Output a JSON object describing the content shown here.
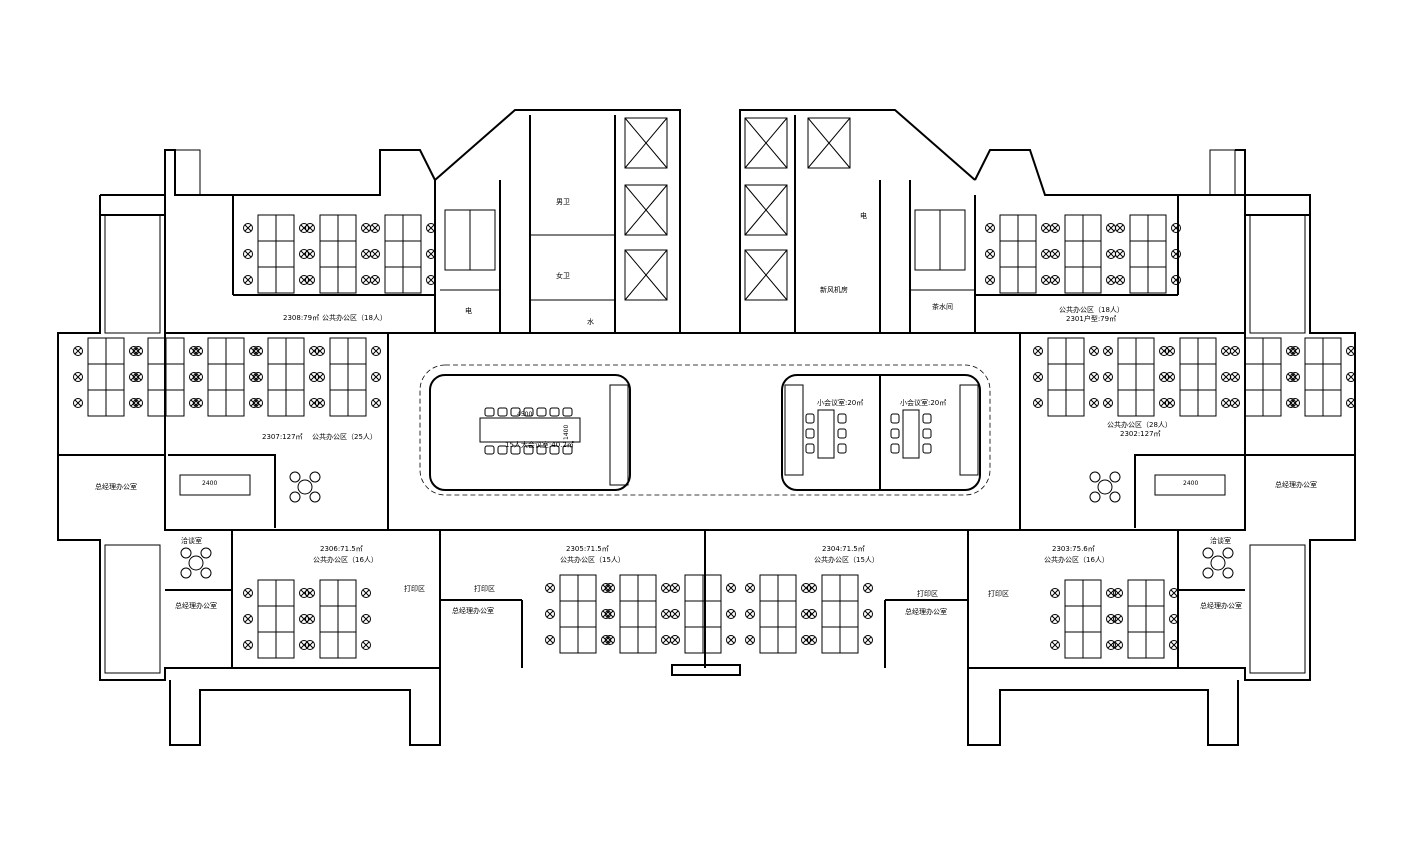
{
  "rooms": {
    "r2308": {
      "area": "2308:79㎡",
      "name": "公共办公区（18人）"
    },
    "r2307": {
      "area": "2307:127㎡",
      "name": "公共办公区（25人）"
    },
    "r2301": {
      "name": "公共办公区（18人）",
      "area": "2301户型:79㎡"
    },
    "r2302": {
      "name": "公共办公区（28人）",
      "area": "2302:127㎡"
    },
    "r2306": {
      "area": "2306:71.5㎡",
      "name": "公共办公区（16人）"
    },
    "r2305": {
      "area": "2305:71.5㎡",
      "name": "公共办公区（15人）"
    },
    "r2304": {
      "area": "2304:71.5㎡",
      "name": "公共办公区（15人）"
    },
    "r2303": {
      "area": "2303:75.6㎡",
      "name": "公共办公区（16人）"
    },
    "gm_office": "总经理办公室",
    "meeting_room": "洽谈室",
    "print_area": "打印区",
    "large_meeting": "15人大会议室:40.2㎡",
    "large_meeting_dim_w": "4500",
    "large_meeting_dim_h": "1400",
    "small_meeting_1": "小会议室:20㎡",
    "small_meeting_2": "小会议室:20㎡",
    "table_dim": "2400",
    "men_wc": "男卫",
    "women_wc": "女卫",
    "elec": "电",
    "water": "水",
    "fresh_air": "新风机房",
    "tea_room": "茶水间"
  }
}
